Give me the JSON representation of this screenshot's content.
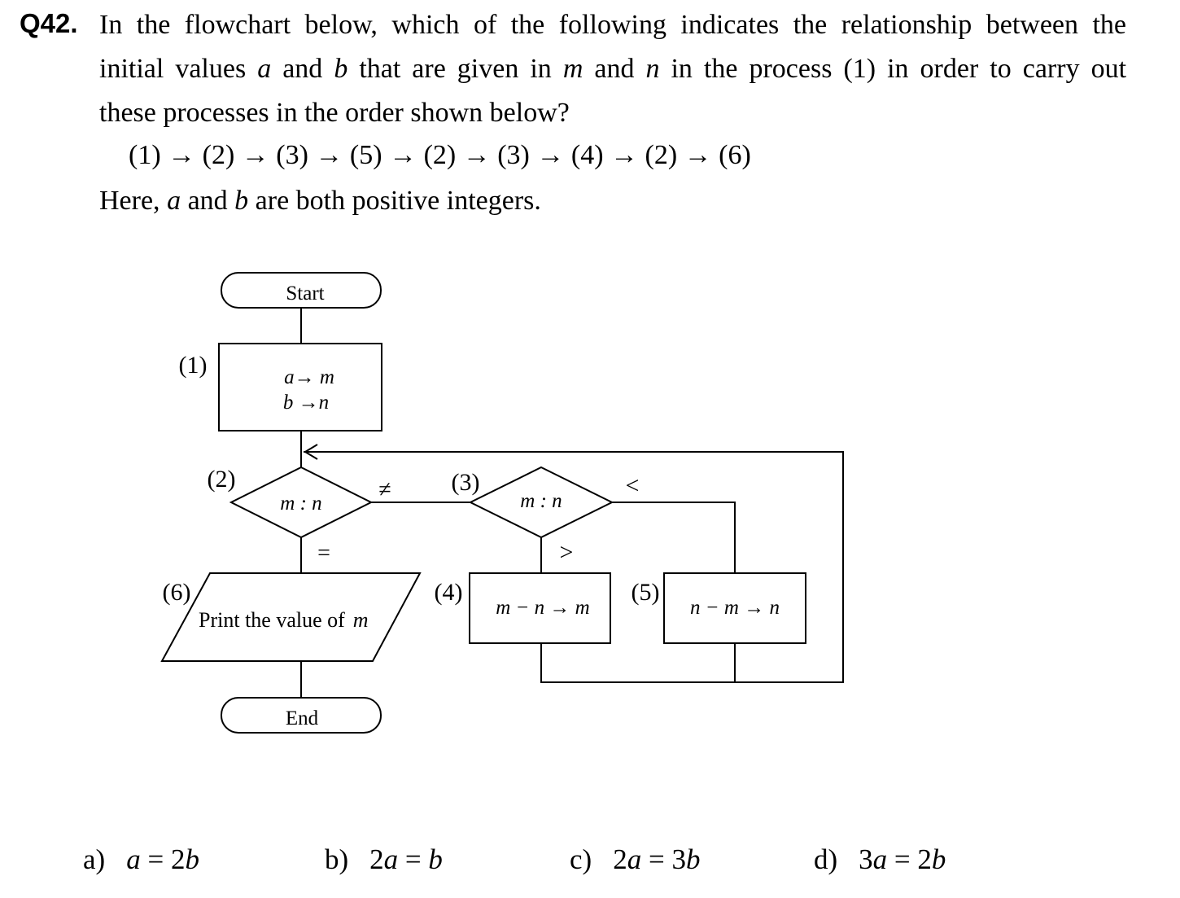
{
  "question": {
    "number": "Q42.",
    "line1": "In the flowchart below, which of the following indicates the relationship between the",
    "line2_parts": [
      "initial values ",
      "a",
      " and ",
      "b",
      " that are given in ",
      "m",
      " and ",
      "n",
      " in the process (1) in order to carry out"
    ],
    "line3": "these processes in the order shown below?",
    "sequence": "(1) → (2) → (3) → (5) → (2) → (3) → (4) → (2) → (6)",
    "note_parts": [
      "Here, ",
      "a",
      " and ",
      "b",
      " are both positive integers."
    ]
  },
  "flowchart": {
    "start": "Start",
    "end": "End",
    "step1_label": "(1)",
    "step1_line1": "a→ m",
    "step1_line2": "b →n",
    "step2_label": "(2)",
    "step2_text": "m : n",
    "step3_label": "(3)",
    "step3_text": "m : n",
    "step4_label": "(4)",
    "step4_text": "m − n → m",
    "step5_label": "(5)",
    "step5_text": "n − m → n",
    "step6_label": "(6)",
    "step6_text": "Print the value of",
    "step6_var": "m",
    "neq": "≠",
    "eq": "=",
    "lt": "<",
    "gt": ">"
  },
  "options": [
    {
      "label": "a)",
      "parts": [
        "a",
        " = 2",
        "b"
      ]
    },
    {
      "label": "b)",
      "parts": [
        "2",
        "a",
        " = ",
        "b"
      ]
    },
    {
      "label": "c)",
      "parts": [
        "2",
        "a",
        " = 3",
        "b"
      ]
    },
    {
      "label": "d)",
      "parts": [
        "3",
        "a",
        " = 2",
        "b"
      ]
    }
  ]
}
